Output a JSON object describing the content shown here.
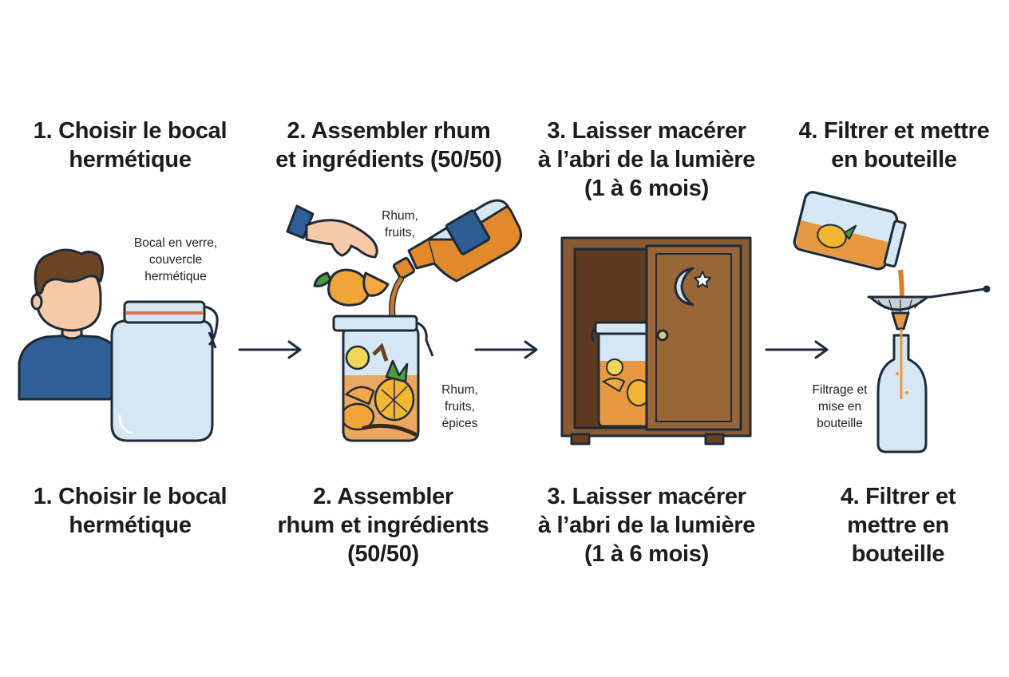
{
  "steps_top": [
    {
      "title": "1. Choisir le bocal\nhermétique"
    },
    {
      "title": "2. Assembler rhum\net ingrédients (50/50)"
    },
    {
      "title": "3. Laisser macérer\nà l’abri de la lumière\n(1 à 6 mois)"
    },
    {
      "title": "4. Filtrer et mettre\nen bouteille"
    }
  ],
  "steps_bottom": [
    {
      "title": "1. Choisir le bocal\nhermétique"
    },
    {
      "title": "2. Assembler\nrhum et ingrédients\n(50/50)"
    },
    {
      "title": "3. Laisser macérer\nà l’abri de la lumière\n(1 à 6 mois)"
    },
    {
      "title": "4. Filtrer et\nmettre en\nbouteille"
    }
  ],
  "labels": {
    "jar": "Bocal en verre,\ncouvercle\nhermétique",
    "pour": "Rhum,\nfruits,",
    "mix": "Rhum,\nfruits,\népices",
    "filter": "Filtrage et\nmise en\nbouteille"
  },
  "colors": {
    "outline": "#1f2a38",
    "glass": "#d5e7f3",
    "rum": "#e28a2b",
    "wood": "#8a5a32",
    "wood_dark": "#6a4022",
    "shirt": "#2f5f94",
    "hair": "#6b4426",
    "skin": "#f6c9a8",
    "accent_blue": "#2d5d93",
    "pineapple": "#f2b632",
    "leaf": "#4f9a3a"
  }
}
